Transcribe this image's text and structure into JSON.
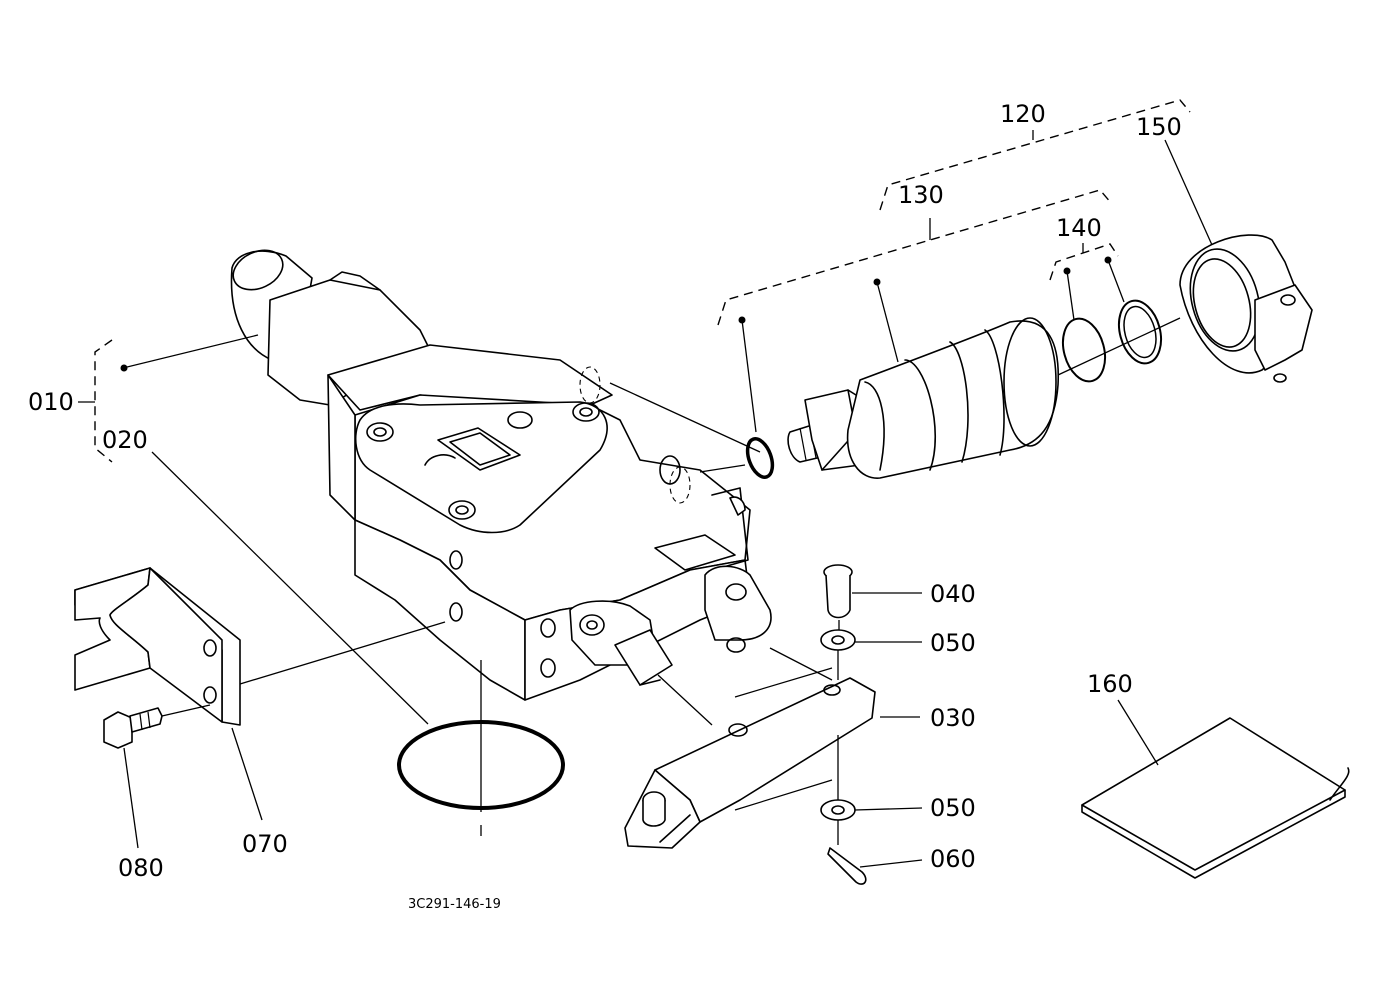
{
  "labels": {
    "p010": "010",
    "p020": "020",
    "p030": "030",
    "p040": "040",
    "p050a": "050",
    "p050b": "050",
    "p060": "060",
    "p070": "070",
    "p080": "080",
    "p120": "120",
    "p130": "130",
    "p140": "140",
    "p150": "150",
    "p160": "160"
  },
  "drawing_ref": "3C291-146-19"
}
